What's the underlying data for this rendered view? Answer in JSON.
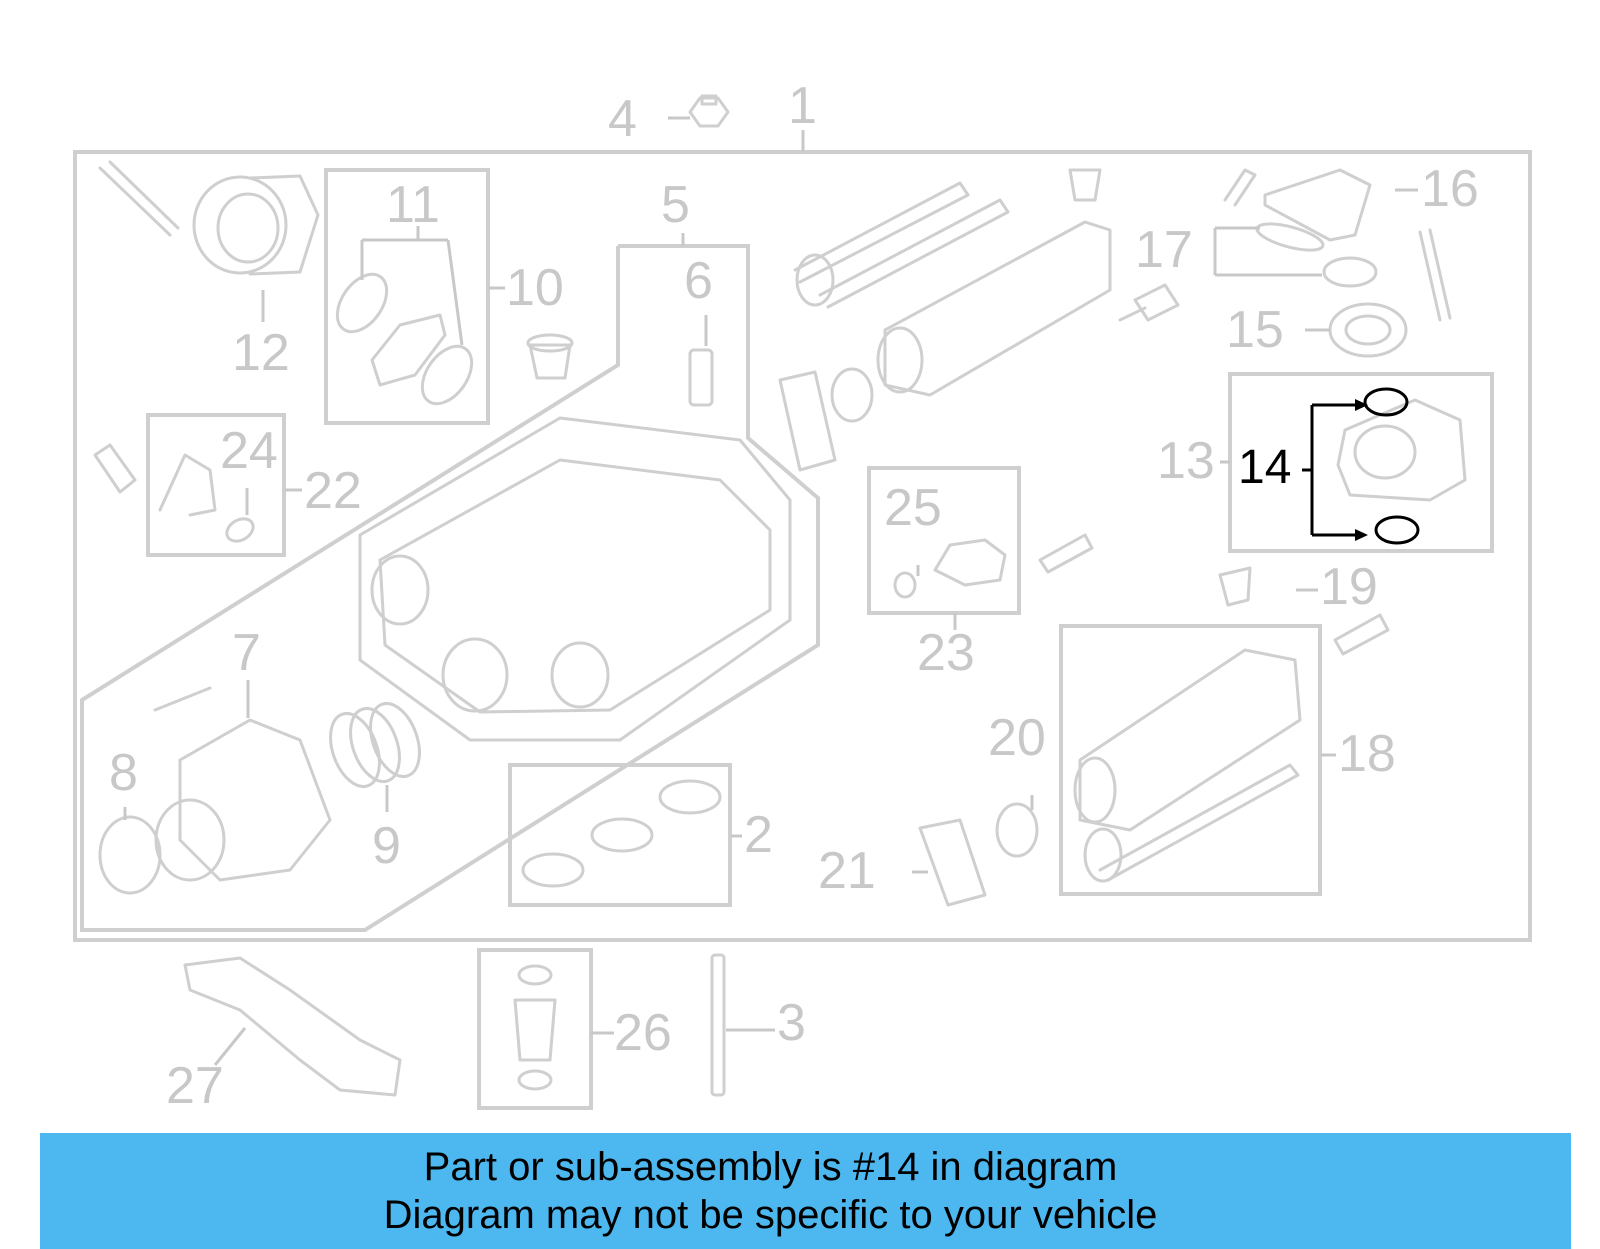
{
  "callouts": [
    "1",
    "2",
    "3",
    "4",
    "5",
    "6",
    "7",
    "8",
    "9",
    "10",
    "11",
    "12",
    "13",
    "14",
    "15",
    "16",
    "17",
    "18",
    "19",
    "20",
    "21",
    "22",
    "23",
    "24",
    "25",
    "26",
    "27"
  ],
  "highlighted_callout": "14",
  "banner": {
    "line1": "Part or sub-assembly is #14 in diagram",
    "line2": "Diagram may not be specific to your vehicle"
  },
  "colors": {
    "banner": "#4db8f0",
    "line_art": "#cfcfcf",
    "highlight": "#000000"
  }
}
